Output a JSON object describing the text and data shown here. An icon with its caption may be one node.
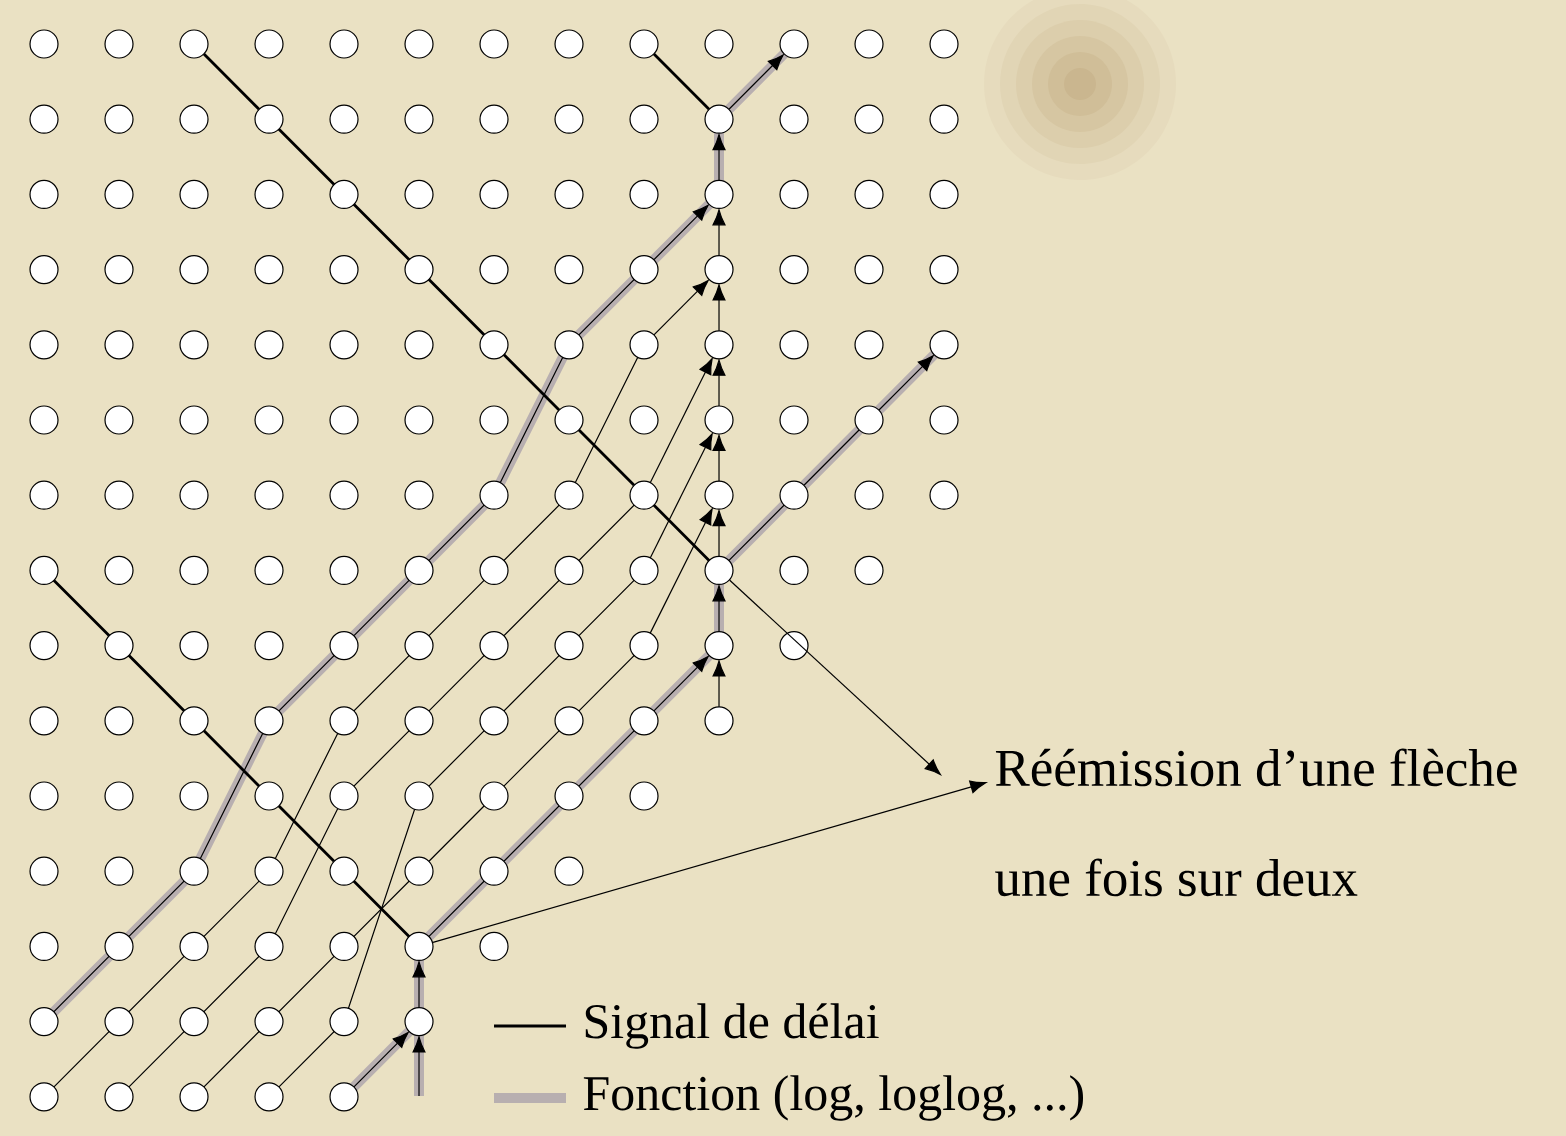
{
  "diagram": {
    "nodes": [
      {
        "text": [
          "Réémission d’une flèche une fois sur deux"
        ]
      },
      {
        "text": [],
        "shape": "circle"
      },
      {
        "text": [],
        "shape": "circle"
      }
    ],
    "edges": [
      {
        "from": 1,
        "to": 0,
        "arrow": "to"
      },
      {
        "from": 2,
        "to": 0,
        "arrow": "to"
      }
    ],
    "legend": [
      {
        "text": "Signal de délai"
      },
      {
        "text": "Fonction (log, loglog, ...)"
      }
    ]
  }
}
